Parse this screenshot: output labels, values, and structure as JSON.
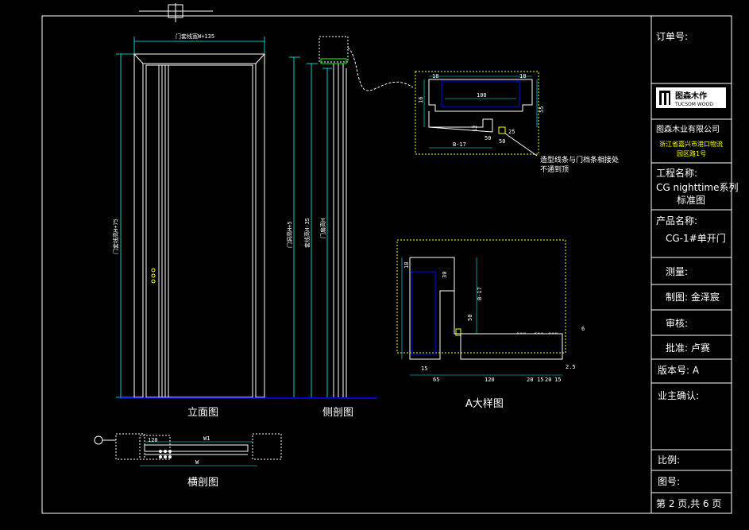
{
  "colors": {
    "background": "#000000",
    "frame": "#ffffff",
    "dimension": "#00ffff",
    "accent": "#ffff00",
    "section": "#0000ff",
    "hatch": "#00ff00",
    "logo_bg": "#ffffff"
  },
  "views": {
    "elevation": "立面图",
    "side": "侧剖图",
    "plan": "横剖图",
    "detail": "A大样图"
  },
  "dims": {
    "elev_top": "门套线宽W+135",
    "elev_left": "门套线高H+75",
    "side_h1": "门洞高H+5",
    "side_h2": "套线高H-35",
    "side_h3": "门扇高H",
    "plan_w1": "W1",
    "plan_w": "W",
    "plan_left": "120",
    "tl_a": "18",
    "tl_b": "18",
    "tl_c": "100",
    "tl_d": "50",
    "tl_e": "50",
    "tl_f": "25",
    "tl_g": "B-17",
    "tl_h": "16",
    "tl_i": "55",
    "tl_j": "12",
    "a_top": "18",
    "a_v1": "B-17",
    "a_v2": "50",
    "a_v3": "30",
    "a_b1": "65",
    "a_b2": "120",
    "a_b3": "15",
    "a_b4": "20",
    "a_b5": "15",
    "a_b6": "20",
    "a_b7": "15",
    "a_b8": "2.5",
    "a_r": "6"
  },
  "note": {
    "line1": "造型线条与门档条相接处",
    "line2": "不通到顶"
  },
  "titleblock": {
    "order_no": "订单号:",
    "logo_cn": "图森木作",
    "logo_en": "TUCSOM WOOD",
    "company": "图森木业有限公司",
    "address1": "浙江省嘉兴市港口物流",
    "address2": "园区路1号",
    "project_label": "工程名称:",
    "project_value1": "CG nighttime系列",
    "project_value2": "标准图",
    "product_label": "产品名称:",
    "product_value": "CG-1#单开门",
    "survey": "测量:",
    "drawn": "制图: 金泽宸",
    "review": "审核:",
    "approve": "批准: 卢赛",
    "version": "版本号:  A",
    "owner": "业主确认:",
    "scale": "比例:",
    "drawing_no": "图号:",
    "page": "第 2 页,共 6 页"
  }
}
